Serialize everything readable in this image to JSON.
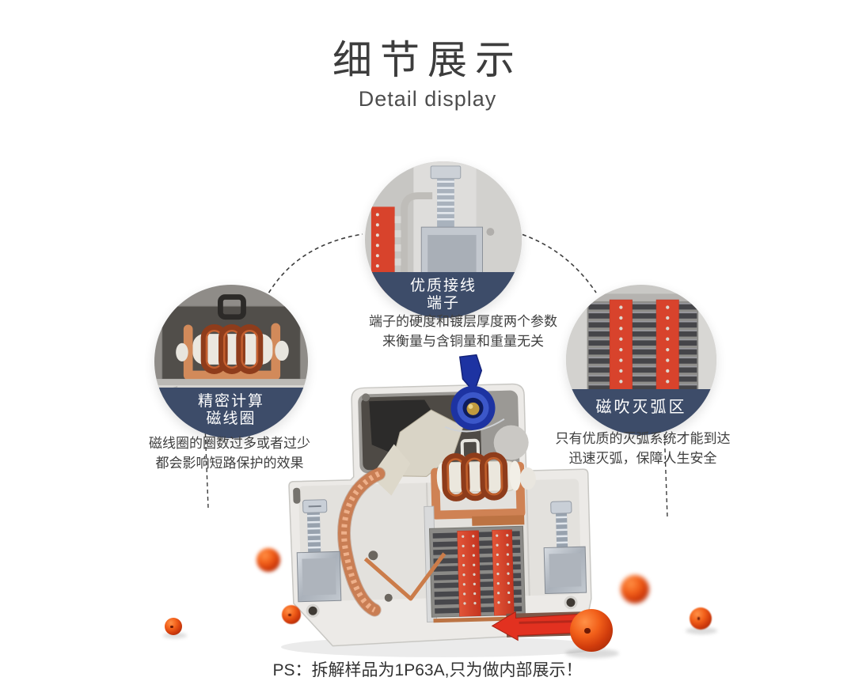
{
  "header": {
    "title": "细节展示",
    "subtitle": "Detail display"
  },
  "callouts": {
    "terminal": {
      "label_line1": "优质接线",
      "label_line2": "端子",
      "desc_line1": "端子的硬度和镀层厚度两个参数",
      "desc_line2": "来衡量与含铜量和重量无关"
    },
    "coil": {
      "label_line1": "精密计算",
      "label_line2": "磁线圈",
      "desc_line1": "磁线圈的圈数过多或者过少",
      "desc_line2": "都会影响短路保护的效果"
    },
    "arc": {
      "label_line1": "磁吹灭弧区",
      "desc_line1": "只有优质的灭弧系统才能到达",
      "desc_line2": "迅速灭弧，保障人生安全"
    }
  },
  "footnote": "PS：拆解样品为1P63A,只为做内部展示！",
  "colors": {
    "label_band_navy": "#3d4c69",
    "arc_plate_red": "#d8432c",
    "copper": "#cf8254",
    "toggle_blue": "#1d33a2",
    "decor_ball_orange": "#e2450e"
  }
}
